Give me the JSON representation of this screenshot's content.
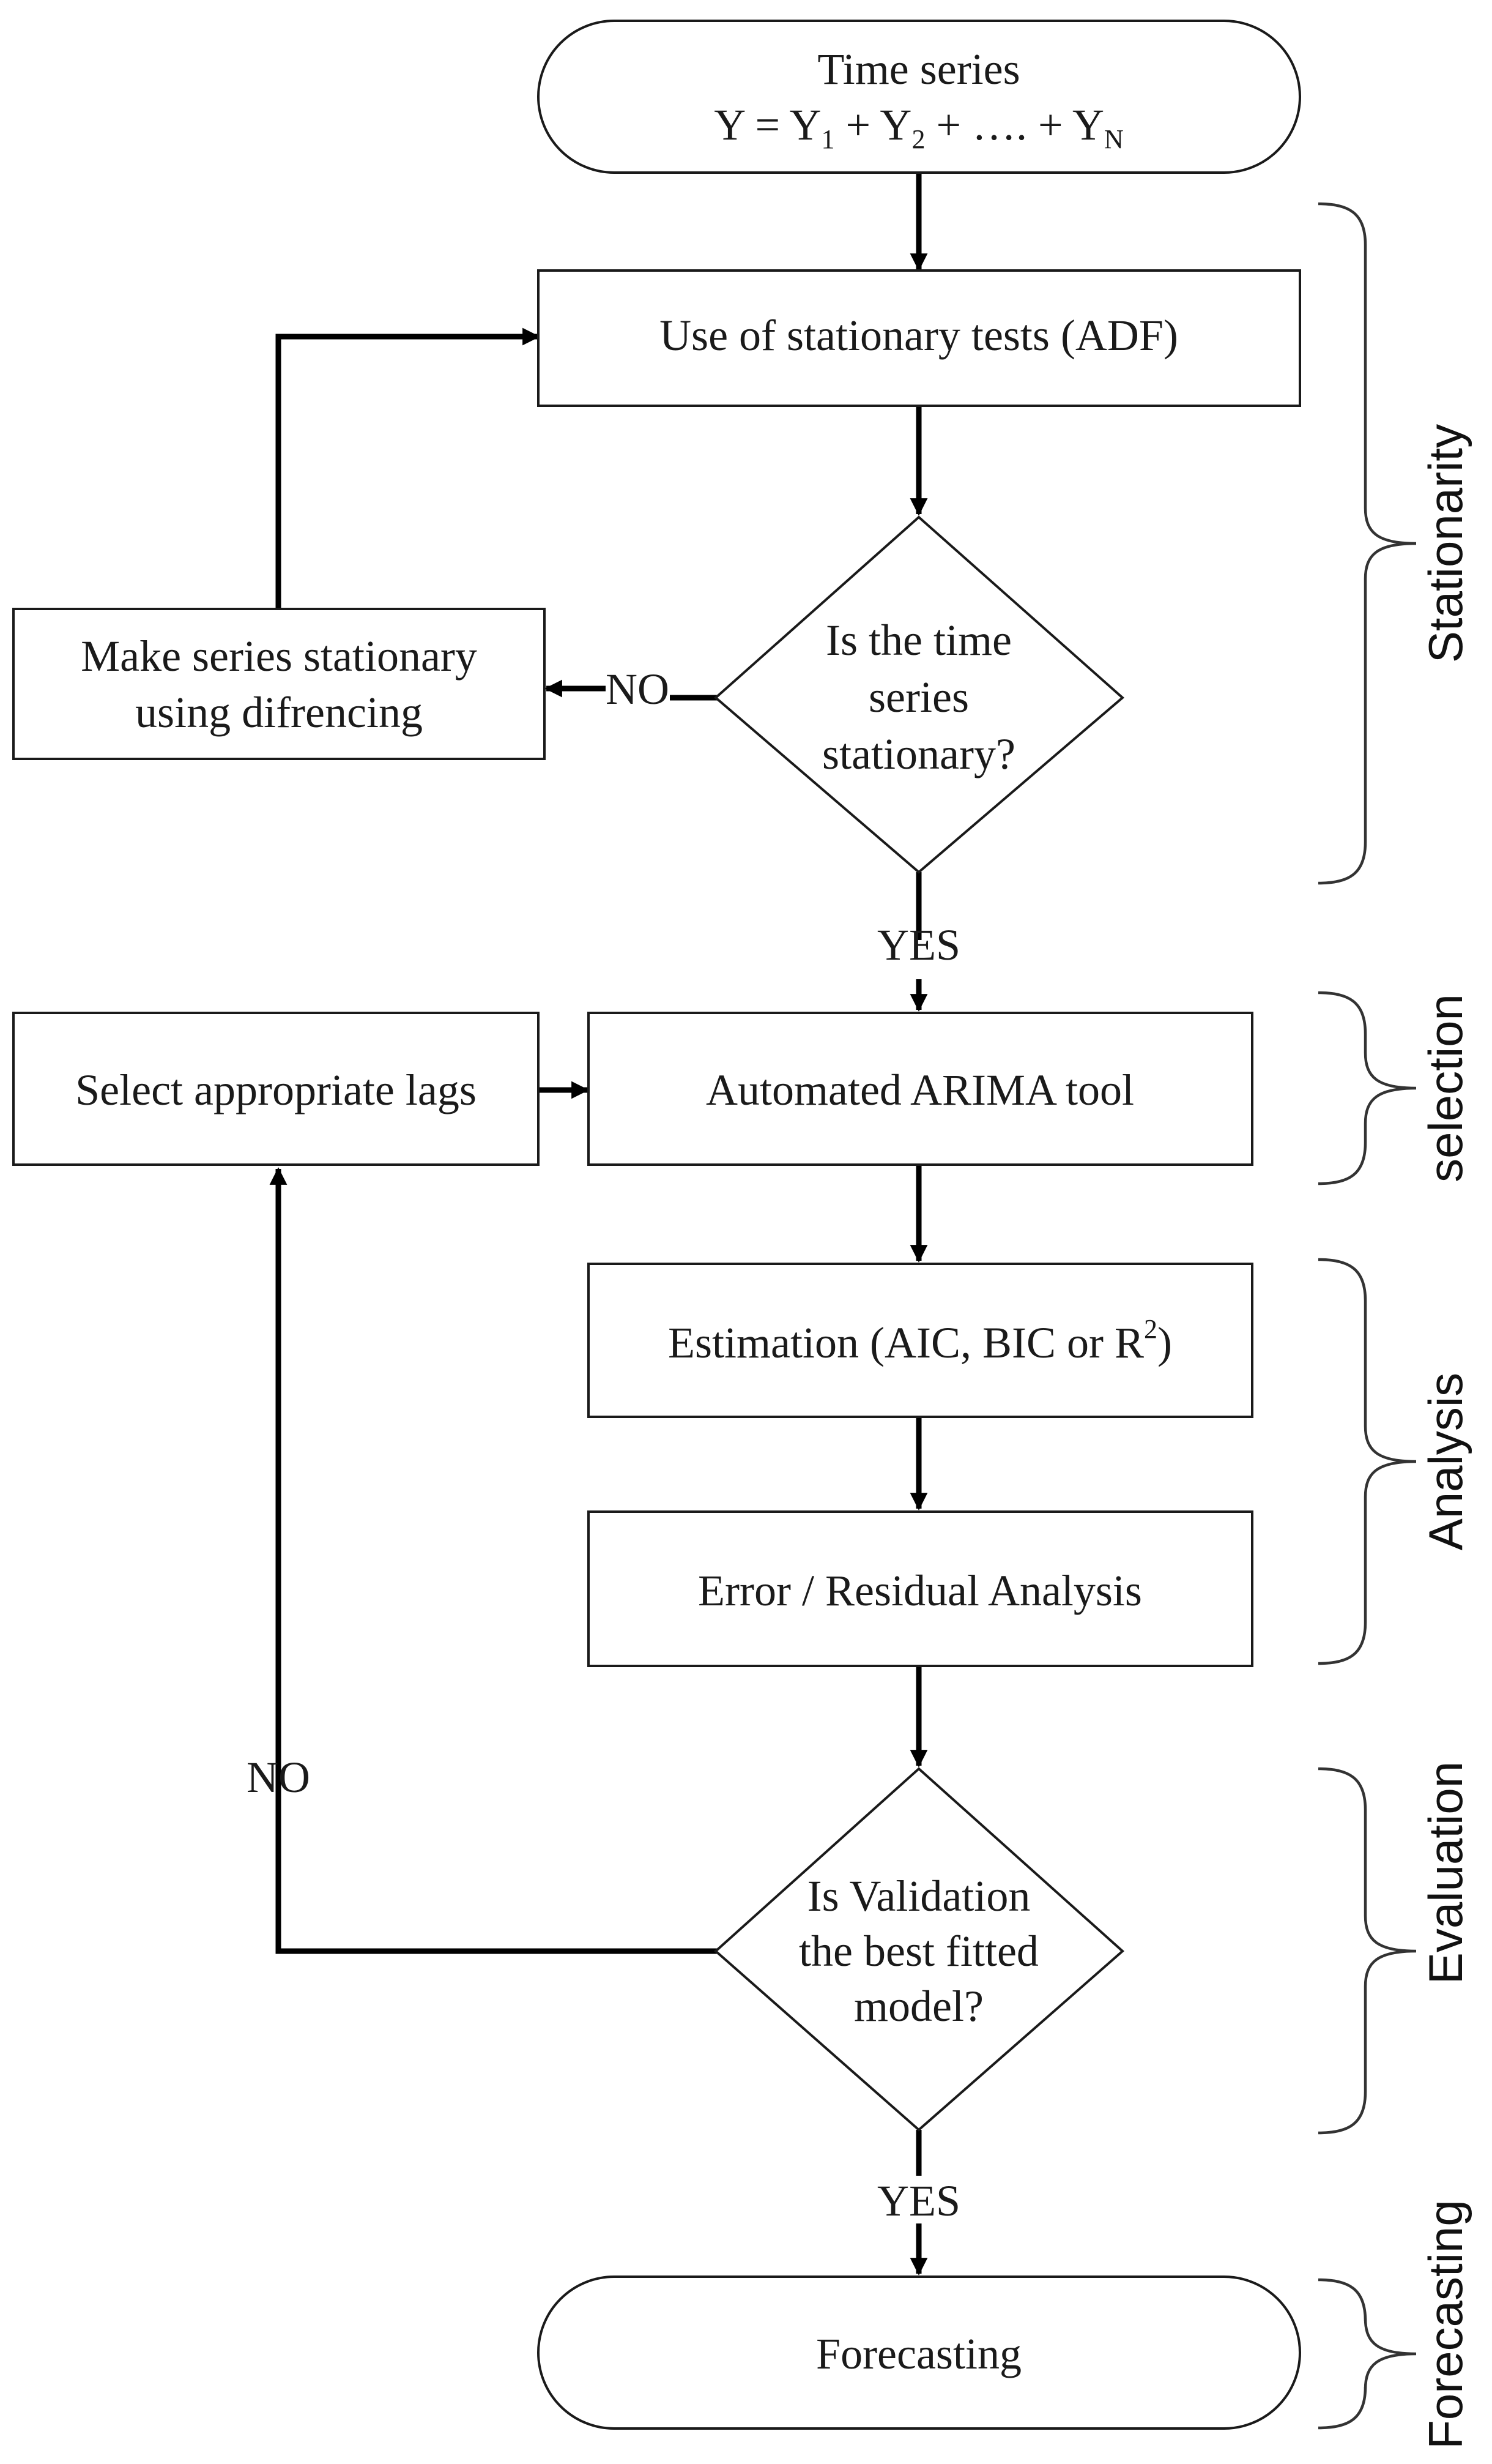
{
  "nodes": {
    "start": {
      "line1": "Time series",
      "formula": {
        "t1": "Y = Y",
        "s1": "1",
        "t2": " + Y",
        "s2": "2",
        "t3": " + …. + Y",
        "s3": "N"
      }
    },
    "stationary_test": {
      "label": "Use of stationary tests (ADF)"
    },
    "decision_stationary": {
      "lines": [
        "Is the time",
        "series",
        "stationary?"
      ]
    },
    "differencing": {
      "lines": [
        "Make series stationary",
        "using difrencing"
      ]
    },
    "select_lags": {
      "label": "Select appropriate lags"
    },
    "arima": {
      "label": "Automated ARIMA tool"
    },
    "estimation": {
      "text": "Estimation (AIC, BIC or R",
      "sup": "2",
      "close": ")"
    },
    "residual": {
      "label": "Error / Residual Analysis"
    },
    "decision_validation": {
      "lines": [
        "Is Validation",
        "the best fitted",
        "model?"
      ]
    },
    "end": {
      "label": "Forecasting"
    }
  },
  "edge_labels": {
    "no_stationary": "NO",
    "yes_stationary": "YES",
    "no_validation": "NO",
    "yes_validation": "YES"
  },
  "phases": [
    "Stationarity",
    "selection",
    "Analysis",
    "Evaluation",
    "Forecasting"
  ]
}
